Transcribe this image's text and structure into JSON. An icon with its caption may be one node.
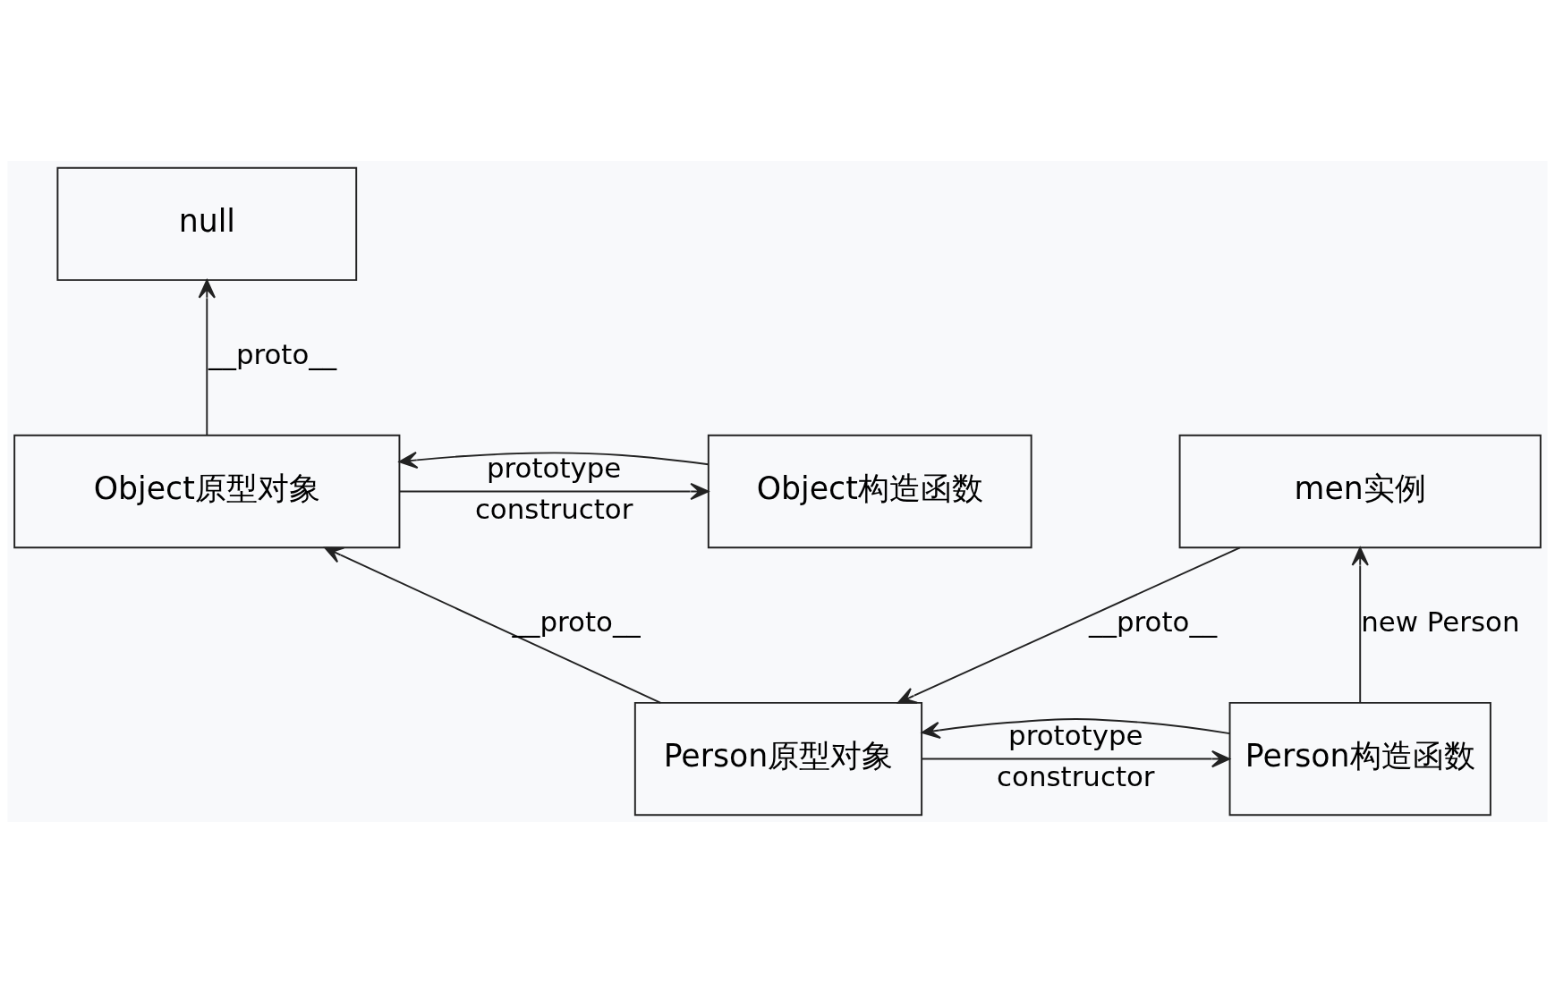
{
  "diagram": {
    "nodes": [
      {
        "text": [
          "null"
        ]
      },
      {
        "text": [
          "Object构造函数"
        ]
      },
      {
        "text": [
          "Object原型对象"
        ]
      },
      {
        "text": [
          "Person构造函数"
        ]
      },
      {
        "text": [
          "Person原型对象"
        ]
      },
      {
        "text": [
          "men实例"
        ]
      }
    ],
    "edges": [
      {
        "from": 1,
        "to": 2,
        "arrow": "to",
        "label": "prototype"
      },
      {
        "from": 2,
        "to": 1,
        "arrow": "to",
        "label": "constructor"
      },
      {
        "from": 2,
        "to": 0,
        "arrow": "to",
        "label": "__proto__"
      },
      {
        "from": 4,
        "to": 2,
        "arrow": "to",
        "label": "__proto__"
      },
      {
        "from": 4,
        "to": 3,
        "arrow": "to",
        "label": "constructor"
      },
      {
        "from": 3,
        "to": 4,
        "arrow": "to",
        "label": "prototype"
      },
      {
        "from": 3,
        "to": 5,
        "arrow": "to",
        "label": "new Person"
      },
      {
        "from": 5,
        "to": 4,
        "arrow": "to",
        "label": "__proto__"
      }
    ]
  }
}
